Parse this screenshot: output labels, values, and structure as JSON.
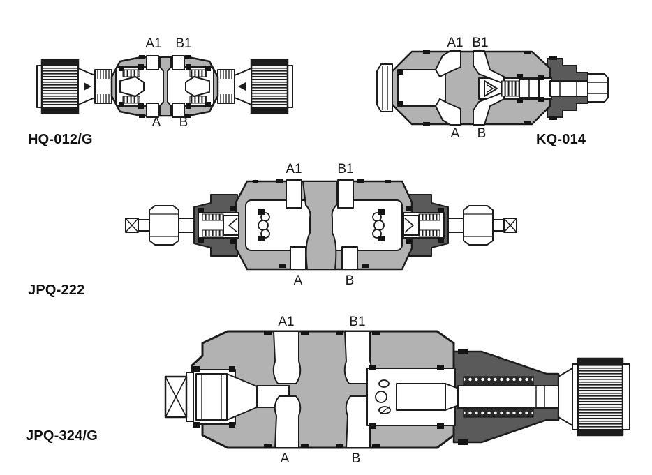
{
  "page": {
    "background": "#ffffff"
  },
  "palette": {
    "body_gray": "#b2b2b2",
    "housing_dark_gray": "#5a5a5a",
    "outline_black": "#1c1c1c",
    "cavity_white": "#ffffff",
    "seal_black": "#141414"
  },
  "valves": [
    {
      "model": "HQ-012/G",
      "top_ports": [
        "A1",
        "B1"
      ],
      "bottom_ports": [
        "A",
        "B"
      ]
    },
    {
      "model": "KQ-014",
      "top_ports": [
        "A1",
        "B1"
      ],
      "bottom_ports": [
        "A",
        "B"
      ]
    },
    {
      "model": "JPQ-222",
      "top_ports": [
        "A1",
        "B1"
      ],
      "bottom_ports": [
        "A",
        "B"
      ]
    },
    {
      "model": "JPQ-324/G",
      "top_ports": [
        "A1",
        "B1"
      ],
      "bottom_ports": [
        "A",
        "B"
      ]
    }
  ]
}
